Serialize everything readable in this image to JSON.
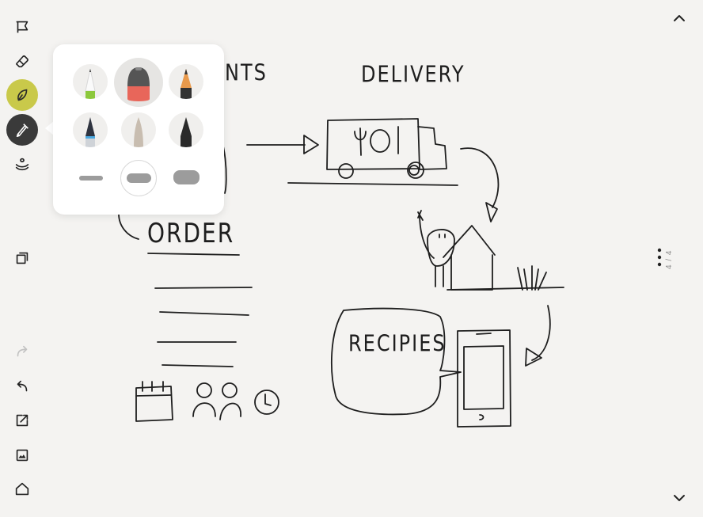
{
  "canvas": {
    "labels": {
      "partial_top": "NTS",
      "delivery": "DELIVERY",
      "order": "ORDER",
      "recipes": "RECIPIES"
    }
  },
  "toolbar": {
    "items": [
      {
        "name": "lasso-select",
        "icon": "lasso-flag-icon"
      },
      {
        "name": "eraser",
        "icon": "eraser-icon"
      },
      {
        "name": "color-picker",
        "icon": "leaf-drop-icon",
        "active": true
      },
      {
        "name": "pen-tools",
        "icon": "pen-icon",
        "selected": true
      },
      {
        "name": "layers",
        "icon": "layers-icon"
      },
      {
        "name": "pages",
        "icon": "copy-pages-icon"
      },
      {
        "name": "redo",
        "icon": "redo-icon",
        "disabled": true
      },
      {
        "name": "undo",
        "icon": "undo-icon"
      },
      {
        "name": "share",
        "icon": "share-icon"
      },
      {
        "name": "insert-image",
        "icon": "image-icon"
      },
      {
        "name": "home",
        "icon": "home-icon"
      }
    ]
  },
  "pen_popover": {
    "tools": [
      {
        "name": "fineliner",
        "tip": "#f4f4f4",
        "band": "#8cc83c"
      },
      {
        "name": "marker",
        "tip": "#555555",
        "band": "#e8665a",
        "selected": true
      },
      {
        "name": "pencil",
        "tip": "#e99a4c",
        "band": "#333333"
      },
      {
        "name": "pen",
        "tip": "#2f3440",
        "band": "#4aa8e0"
      },
      {
        "name": "chalk",
        "tip": "#c8bdb0",
        "band": "#c8bdb0"
      },
      {
        "name": "brush",
        "tip": "#2a2a2a",
        "band": "#2a2a2a"
      }
    ],
    "widths": [
      "thin",
      "medium",
      "thick"
    ],
    "selected_width": "medium"
  },
  "page": {
    "indicator": "4 / 4"
  },
  "colors": {
    "background": "#f4f3f1",
    "accent_yellow": "#c9c94a",
    "dark": "#3a3a3a"
  }
}
